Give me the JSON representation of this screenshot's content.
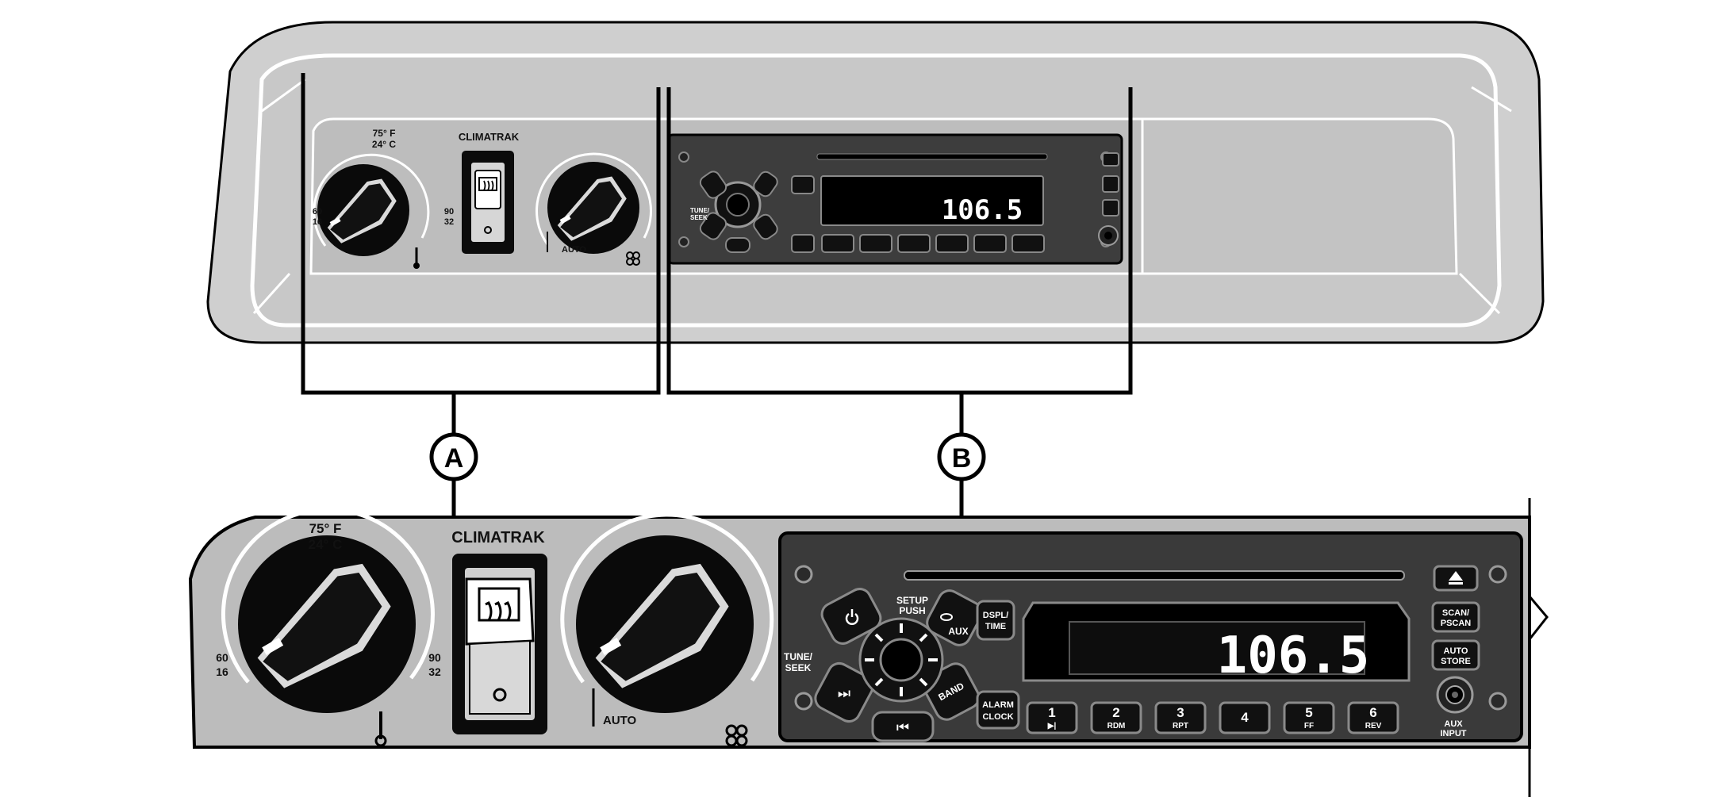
{
  "callouts": {
    "a": "A",
    "b": "B"
  },
  "climate": {
    "temp_label_f": "75° F",
    "temp_label_c": "24° C",
    "low_temp_f": "60",
    "low_temp_c": "16",
    "high_temp_f": "90",
    "high_temp_c": "32",
    "brand": "CLIMATRAK",
    "auto_label": "AUTO",
    "thermometer_icon": "thermometer-icon",
    "fan_icon": "fan-icon",
    "defrost_icon": "rear-defrost-icon"
  },
  "radio": {
    "frequency": "106.5",
    "setup_push": [
      "SETUP",
      "PUSH"
    ],
    "aux": "AUX",
    "dspl_time": [
      "DSPL/",
      "TIME"
    ],
    "tune_seek": [
      "TUNE/",
      "SEEK"
    ],
    "band": "BAND",
    "alarm_clock": [
      "ALARM",
      "CLOCK"
    ],
    "scan_pscan": [
      "SCAN/",
      "PSCAN"
    ],
    "auto_store": [
      "AUTO",
      "STORE"
    ],
    "aux_input": [
      "AUX",
      "INPUT"
    ],
    "presets": [
      {
        "num": "1",
        "sub": "▶|"
      },
      {
        "num": "2",
        "sub": "RDM"
      },
      {
        "num": "3",
        "sub": "RPT"
      },
      {
        "num": "4",
        "sub": ""
      },
      {
        "num": "5",
        "sub": "FF"
      },
      {
        "num": "6",
        "sub": "REV"
      }
    ],
    "icons": {
      "power": "power-icon",
      "eject": "eject-icon",
      "next": "next-track-icon",
      "prev": "previous-track-icon"
    }
  },
  "colors": {
    "panel_gray": "#bcbcbc",
    "radio_body": "#3a3a3a",
    "outline": "#000000"
  }
}
